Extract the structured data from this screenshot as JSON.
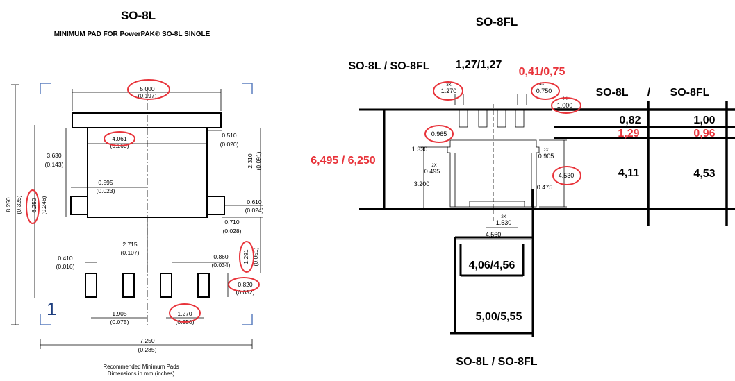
{
  "left": {
    "title": "SO-8L",
    "subtitle": "MINIMUM PAD FOR PowerPAK® SO-8L SINGLE",
    "dims": {
      "top_width": "5.000",
      "top_width_in": "(0.197)",
      "tab_width": "4.061",
      "tab_width_in": "(0.160)",
      "tab_ext": "0.510",
      "tab_ext_in": "(0.020)",
      "body_h1": "3.630",
      "body_h1_in": "(0.143)",
      "right_h": "2.310",
      "right_h_in": "(0.091)",
      "side_w": "0.595",
      "side_w_in": "(0.023)",
      "side_h": "0.610",
      "side_h_in": "(0.024)",
      "side_gap": "0.710",
      "side_gap_in": "(0.028)",
      "overall_h": "8.250",
      "overall_h_in": "(0.325)",
      "inner_h": "6.250",
      "inner_h_in": "(0.246)",
      "center_h": "2.715",
      "center_h_in": "(0.107)",
      "pad_w": "0.410",
      "pad_w_in": "(0.016)",
      "pad_gap": "0.860",
      "pad_gap_in": "(0.034)",
      "pad_dist": "1.291",
      "pad_dist_in": "(0.051)",
      "pad_h": "0.820",
      "pad_h_in": "(0.032)",
      "pitch": "1.905",
      "pitch_in": "(0.075)",
      "pitch2": "1.270",
      "pitch2_in": "(0.050)",
      "total_w": "7.250",
      "total_w_in": "(0.285)"
    },
    "pin_one": "1",
    "caption1": "Recommended Minimum Pads",
    "caption2": "Dimensions in mm (inches)"
  },
  "right": {
    "title": "SO-8FL",
    "header_label": "SO-8L / SO-8FL",
    "header_pitch": "1,27/1,27",
    "header_red": "0,41/0,75",
    "dims": {
      "d3x": "3X",
      "d1270": "1.270",
      "d4x": "4X",
      "d0750": "0.750",
      "d4x2": "4X",
      "d1000": "1.000",
      "d0965": "0.965",
      "d1330": "1.330",
      "d2x_a": "2X",
      "d0905": "0.905",
      "d2x_b": "2X",
      "d0495": "0.495",
      "d4530": "4.530",
      "d3200": "3.200",
      "d0475": "0.475",
      "d2x_c": "2X",
      "d1530": "1.530",
      "d4560": "4.560"
    },
    "left_red": "6,495 / 6,250",
    "box1": "4,06/4,56",
    "box2": "5,00/5,55",
    "bottom_label": "SO-8L / SO-8FL",
    "table": {
      "head_left": "SO-8L",
      "head_sep": "/",
      "head_right": "SO-8FL",
      "r1_left": "0,82",
      "r1_right": "1,00",
      "r2_left": "1,29",
      "r2_right": "0,96",
      "r3_left": "4,11",
      "r3_right": "4,53"
    },
    "red_color": "#e8333a"
  }
}
